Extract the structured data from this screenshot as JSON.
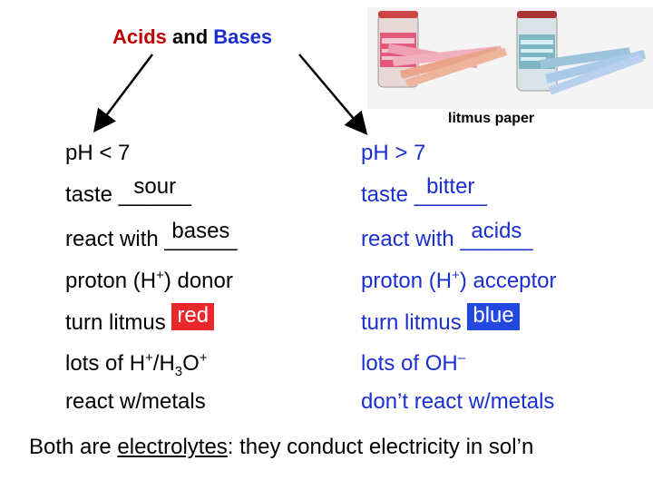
{
  "title": {
    "acids": "Acids",
    "and": "and",
    "bases": "Bases"
  },
  "photo": {
    "caption": "litmus paper"
  },
  "acids": {
    "ph": "pH < 7",
    "taste_prefix": "taste",
    "taste_blank": "______",
    "taste_answer": "sour",
    "react_prefix": "react with",
    "react_blank": "______",
    "react_answer": "bases",
    "proton": "proton (H",
    "proton_sup": "+",
    "proton_suffix": ") donor",
    "litmus_prefix": "turn litmus",
    "litmus_color": "red",
    "ions_prefix": "lots of H",
    "ions_sup1": "+",
    "ions_mid": "/H",
    "ions_sub": "3",
    "ions_o": "O",
    "ions_sup2": "+",
    "metals": "react w/metals"
  },
  "bases": {
    "ph": "pH > 7",
    "taste_prefix": "taste",
    "taste_blank": "______",
    "taste_answer": "bitter",
    "react_prefix": "react with",
    "react_blank": "______",
    "react_answer": "acids",
    "proton": "proton (H",
    "proton_sup": "+",
    "proton_suffix": ") acceptor",
    "litmus_prefix": "turn litmus",
    "litmus_color": "blue",
    "ions_prefix": "lots of OH",
    "ions_sup": "–",
    "metals": "don’t react w/metals"
  },
  "footer": {
    "prefix": "Both are",
    "term": "electrolytes",
    "suffix": ": they conduct electricity in sol’n"
  },
  "colors": {
    "acid_accent": "#c00000",
    "base_accent": "#1a2fd0",
    "red_swatch": "#e8282a",
    "blue_swatch": "#2447e0"
  }
}
